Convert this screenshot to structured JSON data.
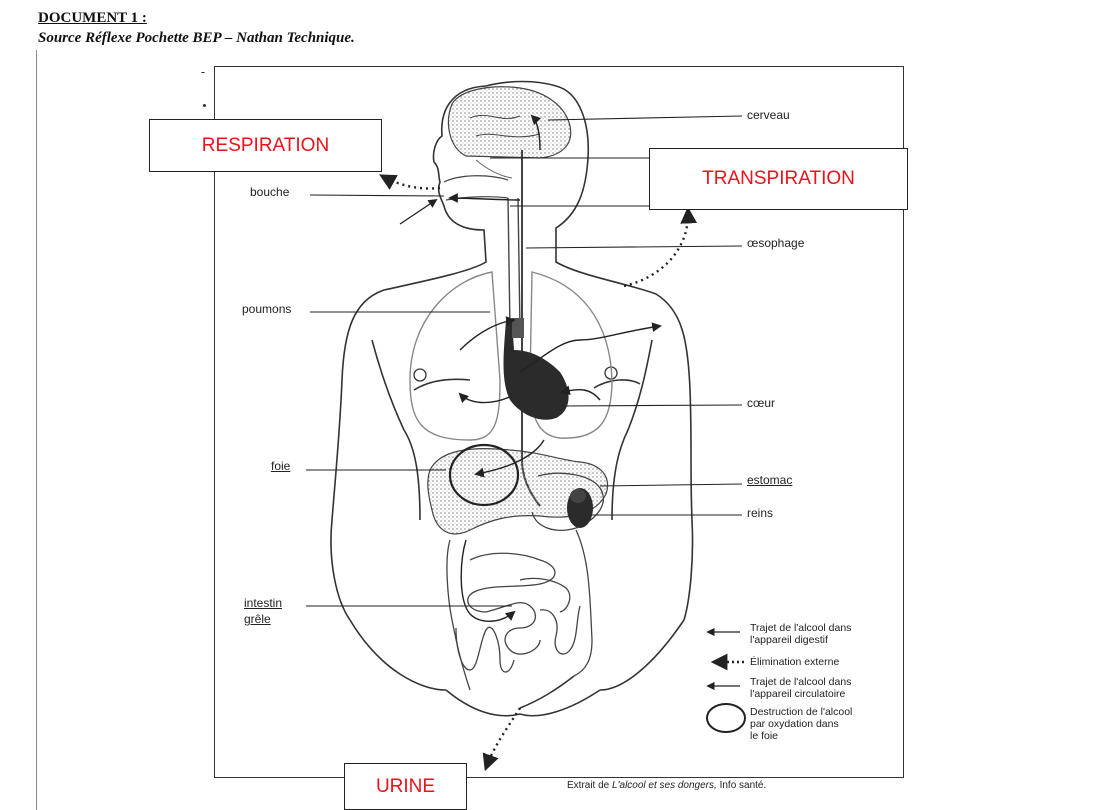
{
  "header": {
    "title": "DOCUMENT 1 :",
    "source": "Source Réflexe Pochette BEP – Nathan Technique."
  },
  "labels": {
    "cerveau": "cerveau",
    "bouche": "bouche",
    "oesophage": "œsophage",
    "poumons": "poumons",
    "coeur": "cœur",
    "foie": "foie",
    "estomac": "estomac",
    "reins": "reins",
    "intestin": "intestin",
    "grele": "grêle"
  },
  "boxes": {
    "respiration": "RESPIRATION",
    "transpiration": "TRANSPIRATION",
    "urine": "URINE"
  },
  "legend": {
    "digestif_1": "Trajet de l'alcool dans",
    "digestif_2": "l'appareil digestif",
    "externe": "Élimination externe",
    "circulatoire_1": "Trajet de l'alcool dans",
    "circulatoire_2": "l'appareil circulatoire",
    "destruction_1": "Destruction de l'alcool",
    "destruction_2": "par oxydation dans",
    "destruction_3": "le foie"
  },
  "credit": {
    "prefix": "Extrait de ",
    "title": "L'alcool et ses dongers,",
    "suffix": " Info santé."
  },
  "colors": {
    "box_text": "#e8131b",
    "organ_dark": "#2b2b2b",
    "organ_gray": "#9a9a9a"
  }
}
